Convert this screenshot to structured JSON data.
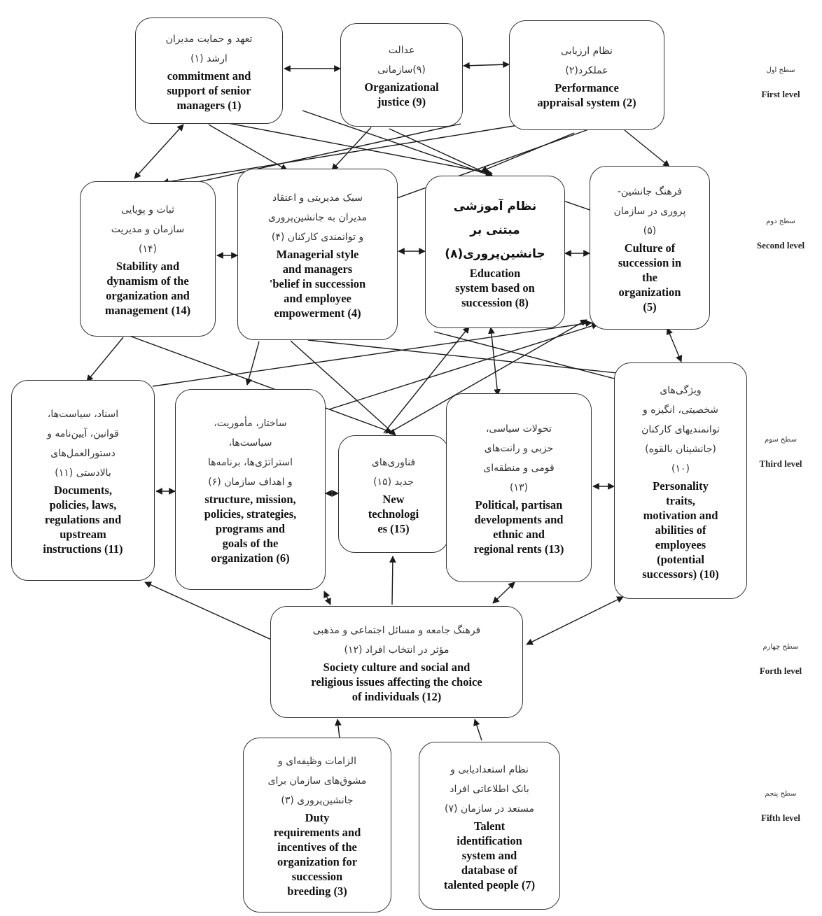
{
  "nodes": {
    "n1": {
      "fa": [
        "تعهد و حمایت مدیران",
        "ارشد (۱)"
      ],
      "en": [
        "commitment and",
        "support of senior",
        "managers (1)"
      ]
    },
    "n9": {
      "fa": [
        "عدالت",
        "(۹)",
        "سازمانی"
      ],
      "en": [
        "Organizational",
        "justice (9)"
      ]
    },
    "n2": {
      "fa": [
        "نظام ارزیابی",
        "عملکرد(۲)"
      ],
      "en": [
        "Performance",
        "appraisal system (2)"
      ]
    },
    "n14": {
      "fa": [
        "ثبات و پویایی",
        "سازمان و مدیریت",
        "(۱۴)"
      ],
      "en": [
        "Stability and",
        "dynamism of the",
        "organization and",
        "management (14)"
      ]
    },
    "n4": {
      "fa": [
        "سبک مدیریتی و اعتقاد",
        "مدیران به جانشین‌پروری",
        "و توانمندی کارکنان (۴)"
      ],
      "en": [
        "Managerial style",
        "and managers",
        "'belief in succession",
        "and employee",
        "empowerment (4)"
      ]
    },
    "n8": {
      "fa": [
        "نظام آموزشی",
        "مبتنی بر",
        "جانشین‌پروری(۸)"
      ],
      "en": [
        "Education",
        "system based on",
        "succession (8)"
      ]
    },
    "n5": {
      "fa": [
        "فرهنگ جانشین-",
        "پروری در سازمان",
        "(۵)"
      ],
      "en": [
        "Culture of",
        "succession in",
        "the",
        "organization",
        "(5)"
      ]
    },
    "n11": {
      "fa": [
        "اسناد، سیاست‌ها،",
        "قوانین، آیین‌نامه و",
        "دستورالعمل‌های",
        "بالادستی (۱۱)"
      ],
      "en": [
        "Documents,",
        "policies, laws,",
        "regulations and",
        "upstream",
        "instructions (11)"
      ]
    },
    "n6": {
      "fa": [
        "ساختار، مأموریت،",
        "سیاست‌ها،",
        "استراتژی‌ها، برنامه‌ها",
        "و اهداف سازمان (۶)"
      ],
      "en": [
        "structure, mission,",
        "policies, strategies,",
        "programs and",
        "goals of the",
        "organization (6)"
      ]
    },
    "n15": {
      "fa": [
        "فناوری‌های",
        "جدید (۱۵)"
      ],
      "en": [
        "New",
        "technologi",
        "es (15)"
      ]
    },
    "n13": {
      "fa": [
        "تحولات سیاسی،",
        "حزبی و رانت‌های",
        "قومی و منطقه‌ای",
        "(۱۳)"
      ],
      "en": [
        "Political, partisan",
        "developments and",
        "ethnic and",
        "regional rents (13)"
      ]
    },
    "n10": {
      "fa": [
        "ویژگی‌های",
        "شخصیتی، انگیزه و",
        "توانمندیهای کارکنان",
        "(جانشینان بالقوه)",
        "(۱۰)"
      ],
      "en": [
        "Personality",
        "traits,",
        "motivation and",
        "abilities of",
        "employees",
        "(potential",
        "successors) (10)"
      ]
    },
    "n12": {
      "fa": [
        "فرهنگ جامعه و مسائل اجتماعی و مذهبی",
        "مؤثر در انتخاب افراد (۱۲)"
      ],
      "en": [
        "Society culture and social and",
        "religious issues affecting the choice",
        "of individuals (12)"
      ]
    },
    "n3": {
      "fa": [
        "الزامات وظیفه‌ای و",
        "مشوق‌های سازمان برای",
        "جانشین‌پروری (۳)"
      ],
      "en": [
        "Duty",
        "requirements and",
        "incentives of the",
        "organization for",
        "succession",
        "breeding (3)"
      ]
    },
    "n7": {
      "fa": [
        "نظام استعدادیابی و",
        "بانک اطلاعاتی افراد",
        "مستعد در سازمان (۷)"
      ],
      "en": [
        "Talent",
        "identification",
        "system and",
        "database of",
        "talented people (7)"
      ]
    }
  },
  "levels": [
    {
      "fa": "سطح اول",
      "en": "First level"
    },
    {
      "fa": "سطح دوم",
      "en": "Second level"
    },
    {
      "fa": "سطح سوم",
      "en": "Third level"
    },
    {
      "fa": "سطح چهارم",
      "en": "Forth level"
    },
    {
      "fa": "سطح پنجم",
      "en": "Fifth level"
    }
  ],
  "colors": {
    "line": "#1a1a1a",
    "box_border": "#333333"
  }
}
